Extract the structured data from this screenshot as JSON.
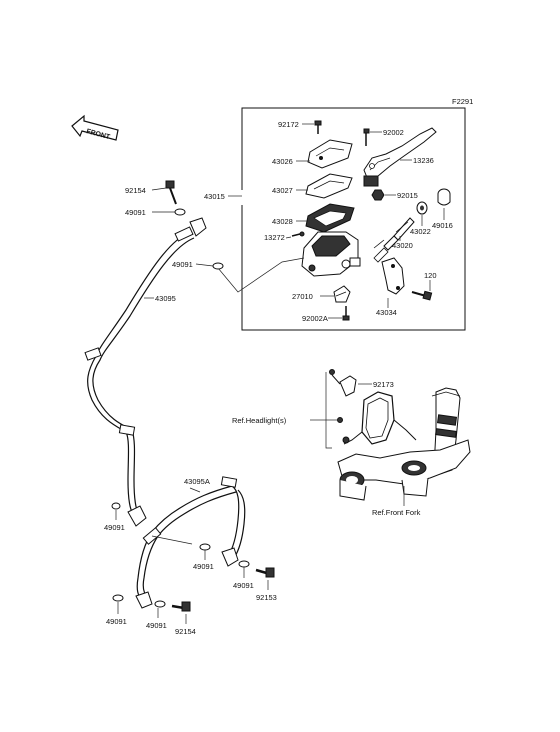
{
  "figure": {
    "code": "F2291",
    "front_arrow_label": "FRONT"
  },
  "labels": {
    "p92172": "92172",
    "p92002": "92002",
    "p43026": "43026",
    "p13236": "13236",
    "p43015": "43015",
    "p43027": "43027",
    "p92015": "92015",
    "p49016": "49016",
    "p43028": "43028",
    "p43022": "43022",
    "p13272": "13272",
    "p43020": "43020",
    "p120": "120",
    "p27010": "27010",
    "p92002A": "92002A",
    "p43034": "43034",
    "p92154_top": "92154",
    "p49091_a": "49091",
    "p49091_b": "49091",
    "p43095": "43095",
    "p92173": "92173",
    "ref_headlight": "Ref.Headlight(s)",
    "ref_front_fork": "Ref.Front Fork",
    "p43095A": "43095A",
    "p49091_c": "49091",
    "p49091_d": "49091",
    "p49091_e": "49091",
    "p92153": "92153",
    "p49091_f": "49091",
    "p49091_g": "49091",
    "p92154_bottom": "92154"
  }
}
